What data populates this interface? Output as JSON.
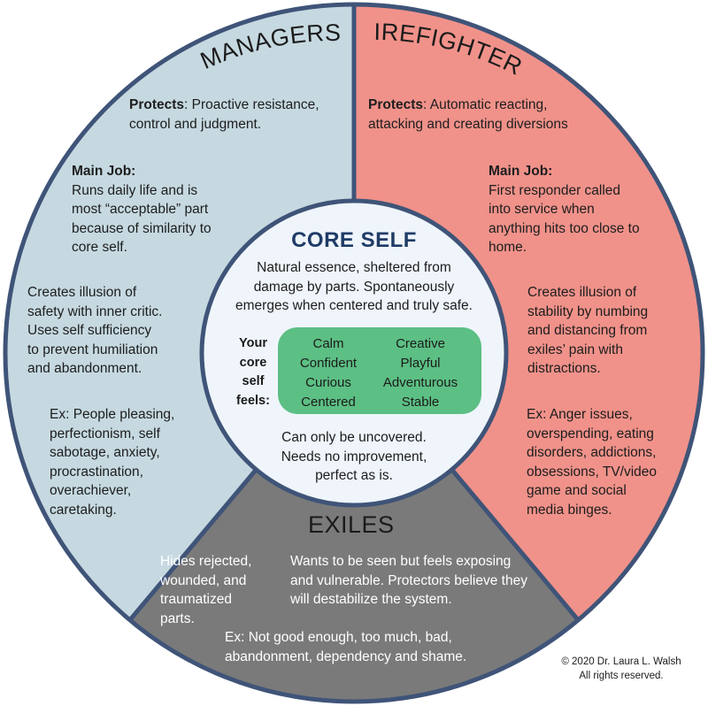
{
  "colors": {
    "managers": "#c6d9e1",
    "firefighters": "#f0928a",
    "exiles": "#7a7a7a",
    "core_fill": "#eff5fb",
    "core_title": "#1f3b66",
    "outline": "#3f5478",
    "feels_box": "#5cbf84"
  },
  "managers": {
    "title": "MANAGERS",
    "protects_label": "Protects",
    "protects_text": ": Proactive resistance,\ncontrol and judgment.",
    "main_job_label": "Main Job:",
    "main_job_text": "Runs daily life and is\nmost “acceptable” part\nbecause of similarity to\ncore self.",
    "illusion_text": "Creates illusion of\nsafety with inner critic.\nUses self sufficiency\nto prevent humiliation\nand abandonment.",
    "examples_text": "Ex: People pleasing,\nperfectionism, self\nsabotage, anxiety,\nprocrastination,\noverachiever,\ncaretaking."
  },
  "firefighters": {
    "title": "FIREFIGHTERS",
    "protects_label": "Protects",
    "protects_text": ": Automatic reacting,\nattacking and creating diversions",
    "main_job_label": "Main Job:",
    "main_job_text": "First responder called\ninto service when\nanything hits too close to\nhome.",
    "illusion_text": "Creates illusion of\nstability by numbing\nand distancing from\nexiles’ pain with\ndistractions.",
    "examples_text": "Ex: Anger issues,\noverspending, eating\ndisorders, addictions,\nobsessions, TV/video\ngame and social\nmedia binges."
  },
  "exiles": {
    "title": "EXILES",
    "hides_text": "Hides rejected,\nwounded, and\ntraumatized\nparts.",
    "wants_text": "Wants to be seen but feels exposing\nand vulnerable. Protectors believe they\nwill destabilize the system.",
    "examples_text": "Ex: Not good enough, too much, bad,\nabandonment, dependency and shame."
  },
  "core_self": {
    "title": "CORE SELF",
    "description": "Natural essence, sheltered from\ndamage by parts.  Spontaneously\nemerges when centered and truly safe.",
    "feels_label": "Your\ncore\nself\nfeels:",
    "feels_left": "Calm\nConfident\nCurious\nCentered",
    "feels_right": "Creative\nPlayful\nAdventurous\nStable",
    "uncovered_text": "Can only be uncovered.\nNeeds no improvement,\nperfect as is."
  },
  "copyright": "© 2020 Dr. Laura L. Walsh\nAll rights reserved."
}
